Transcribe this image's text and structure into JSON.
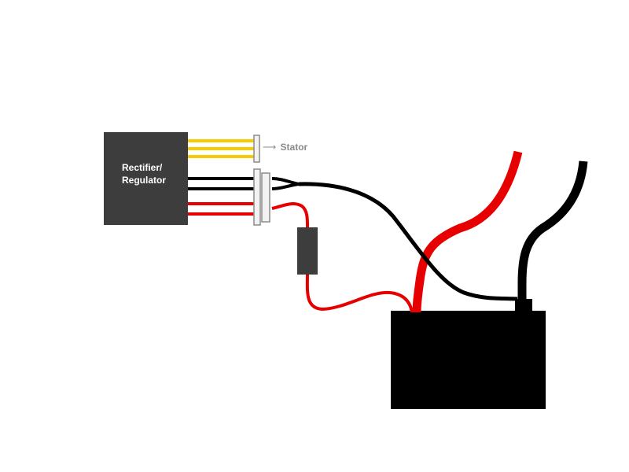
{
  "module": {
    "label_line1": "Rectifier/",
    "label_line2": "Regulator"
  },
  "stator": {
    "arrow": "⟶",
    "label": "Stator"
  },
  "colors": {
    "module": "#3d3d3d",
    "stator_wire": "#f5cc00",
    "negative_wire": "#000000",
    "positive_wire": "#e60000",
    "fuse": "#3d3d3d",
    "battery": "#000000",
    "connector": "#f2f2f2",
    "connector_stroke": "#8c8c8c"
  }
}
